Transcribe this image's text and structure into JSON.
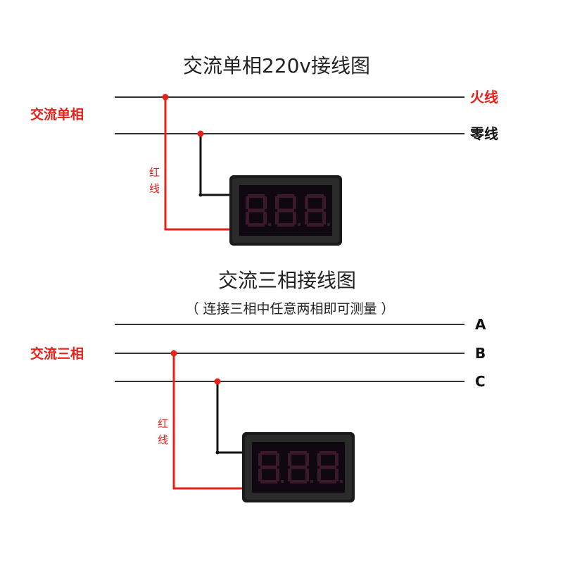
{
  "single_phase": {
    "title": "交流单相220v接线图",
    "group_label": "交流单相",
    "line_labels": [
      "火线",
      "零线"
    ],
    "wire_label": [
      "红",
      "线"
    ]
  },
  "three_phase": {
    "title": "交流三相接线图",
    "subtitle": "（ 连接三相中任意两相即可测量 ）",
    "group_label": "交流三相",
    "line_labels": [
      "A",
      "B",
      "C"
    ],
    "wire_label": [
      "红",
      "线"
    ]
  },
  "colors": {
    "red_wire": "#e8201a",
    "black_wire": "#111111",
    "bus_line": "#333333",
    "meter_body": "#1a1a1a",
    "meter_screen": "#100810",
    "segment_dim": "#3a1a2a"
  }
}
